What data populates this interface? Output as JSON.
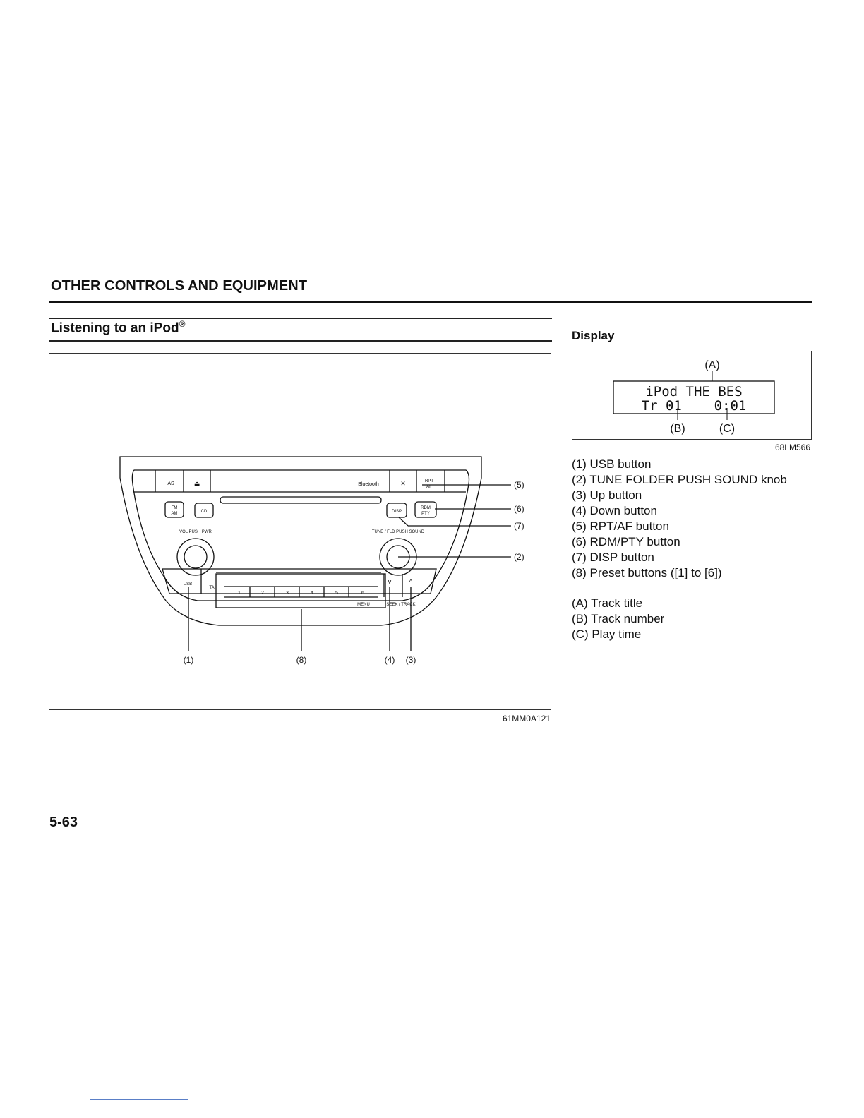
{
  "page": {
    "section_title": "OTHER CONTROLS AND EQUIPMENT",
    "subsection_title": "Listening to an iPod",
    "subsection_title_mark": "®",
    "page_number": "5-63"
  },
  "radio_figure": {
    "code": "61MM0A121",
    "buttons": {
      "as": "AS",
      "eject": "⏏",
      "bluetooth": "Bluetooth",
      "mute": "✕",
      "rpt": "RPT",
      "af": "AF",
      "fm": "FM",
      "am": "AM",
      "cd": "CD",
      "disp": "DISP",
      "rdm": "RDM",
      "pty": "PTY",
      "vol_label": "VOL PUSH PWR",
      "tune_label": "TUNE / FLD PUSH SOUND",
      "usb": "USB",
      "ta": "TA",
      "presets": [
        "1",
        "2",
        "3",
        "4",
        "5",
        "6"
      ],
      "menu": "MENU",
      "seek": "SEEK / TRACK",
      "down": "v",
      "up": "^"
    },
    "callouts": {
      "c1": "(1)",
      "c2": "(2)",
      "c3": "(3)",
      "c4": "(4)",
      "c5": "(5)",
      "c6": "(6)",
      "c7": "(7)",
      "c8": "(8)"
    }
  },
  "display_figure": {
    "heading": "Display",
    "code": "68LM566",
    "line1": "iPod THE BES",
    "line2": "Tr 01    0:01",
    "label_a": "(A)",
    "label_b": "(B)",
    "label_c": "(C)"
  },
  "legend": {
    "buttons": [
      "(1) USB button",
      "(2) TUNE FOLDER PUSH SOUND knob",
      "(3) Up button",
      "(4) Down button",
      "(5) RPT/AF button",
      "(6) RDM/PTY button",
      "(7) DISP button",
      "(8) Preset buttons ([1] to [6])"
    ],
    "display_items": [
      "(A) Track title",
      "(B) Track number",
      "(C) Play time"
    ]
  }
}
